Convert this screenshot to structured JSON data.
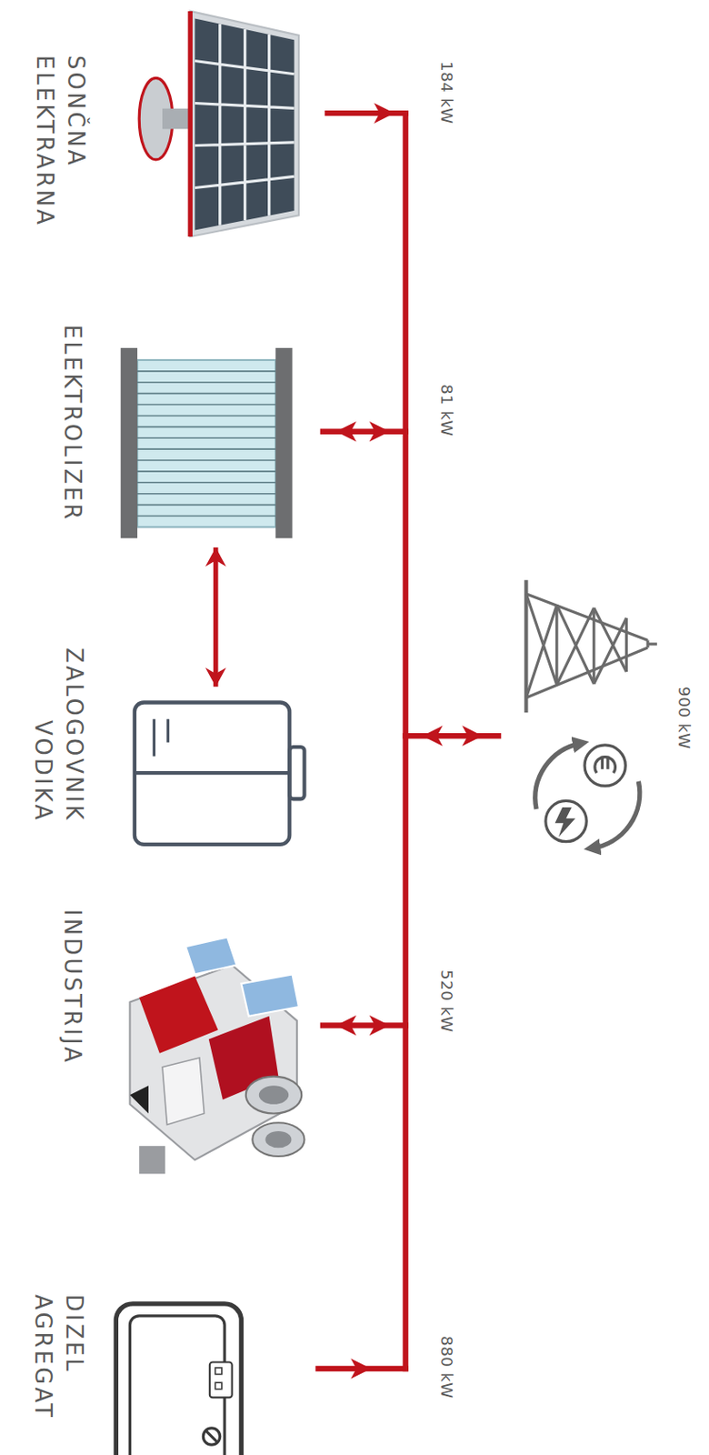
{
  "diagram": {
    "nodes": [
      {
        "text": [
          "SONČNA ELEKTRARNA"
        ]
      },
      {
        "text": [
          "ELEKTROLIZER"
        ]
      },
      {
        "text": [
          "ZALOGOVNIK VODIKA"
        ]
      },
      {
        "text": [
          "INDUSTRIJA"
        ]
      },
      {
        "text": [
          "DIZEL AGREGAT"
        ]
      }
    ],
    "edges": [
      {
        "from": 1,
        "to": 2,
        "arrow": "both"
      }
    ],
    "labels": [
      "184 kW",
      "81 kW",
      "900 kW",
      "520 kW",
      "880 kW"
    ]
  }
}
